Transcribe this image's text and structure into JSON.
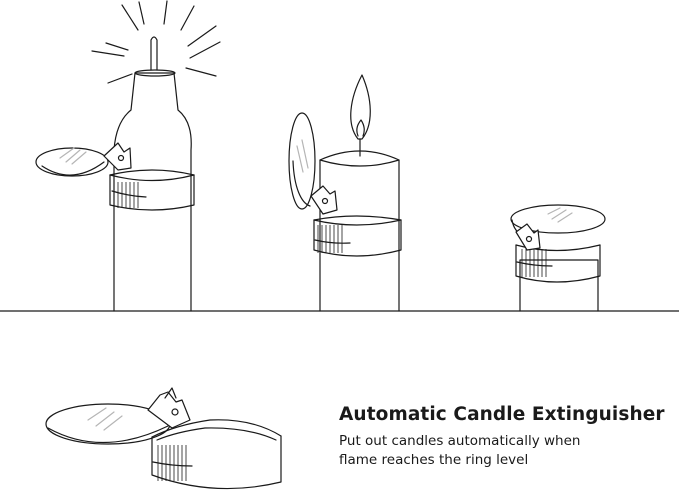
{
  "caption": {
    "title": "Automatic Candle Extinguisher",
    "lines": [
      "Put out candles automatically when",
      "flame reaches the ring level"
    ]
  },
  "colors": {
    "line": "#1a1a1a",
    "background": "#ffffff",
    "hatch": "#b5b5b5"
  },
  "stages": [
    {
      "name": "tall candle with flame, cap open"
    },
    {
      "name": "burnt-down candle, cap tilting"
    },
    {
      "name": "short candle, cap closed"
    }
  ],
  "icons": [
    "candle-icon",
    "flame-icon",
    "extinguisher-ring-icon",
    "snuffer-cap-icon",
    "light-rays-icon"
  ]
}
